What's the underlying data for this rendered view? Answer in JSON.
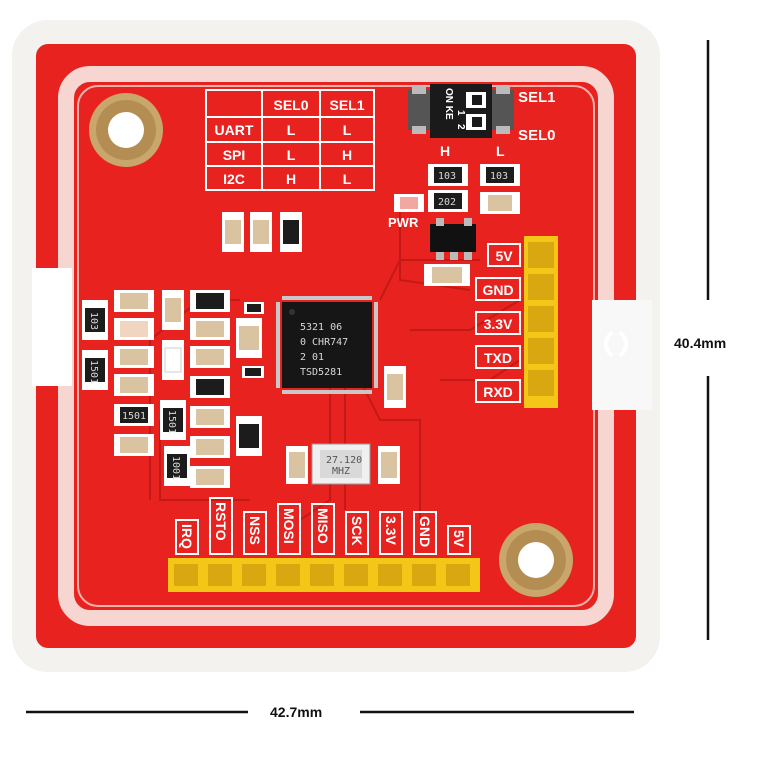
{
  "mode_table": {
    "headers": [
      "",
      "SEL0",
      "SEL1"
    ],
    "rows": [
      {
        "mode": "UART",
        "sel0": "L",
        "sel1": "L"
      },
      {
        "mode": "SPI",
        "sel0": "L",
        "sel1": "H"
      },
      {
        "mode": "I2C",
        "sel0": "H",
        "sel1": "L"
      }
    ]
  },
  "dip_switch": {
    "on_label": "ON KE",
    "num1": "1",
    "num2": "2",
    "sel1_label": "SEL1",
    "sel0_label": "SEL0",
    "h_label": "H",
    "l_label": "L"
  },
  "pwr_label": "PWR",
  "right_header_pins": [
    "5V",
    "GND",
    "3.3V",
    "TXD",
    "RXD"
  ],
  "bottom_header_pins": [
    "IRQ",
    "RSTO",
    "NSS",
    "MOSI",
    "MISO",
    "SCK",
    "3.3V",
    "GND",
    "5V"
  ],
  "ic_marking": {
    "line1": "5321 06",
    "line2": "0 CHR747",
    "line3": "2      01",
    "line4": "TSD5281"
  },
  "crystal_marking": {
    "freq": "27.120",
    "unit": "MHZ"
  },
  "resistor_codes": [
    "103",
    "103",
    "202",
    "103",
    "1501",
    "1501",
    "1501",
    "1001"
  ],
  "dimensions": {
    "height": "40.4mm",
    "width": "42.7mm"
  },
  "colors": {
    "pcb_red": "#e8221f",
    "antenna_white": "#f4f2ee",
    "label_white": "#ffffff",
    "header_gold": "#f3c618"
  }
}
